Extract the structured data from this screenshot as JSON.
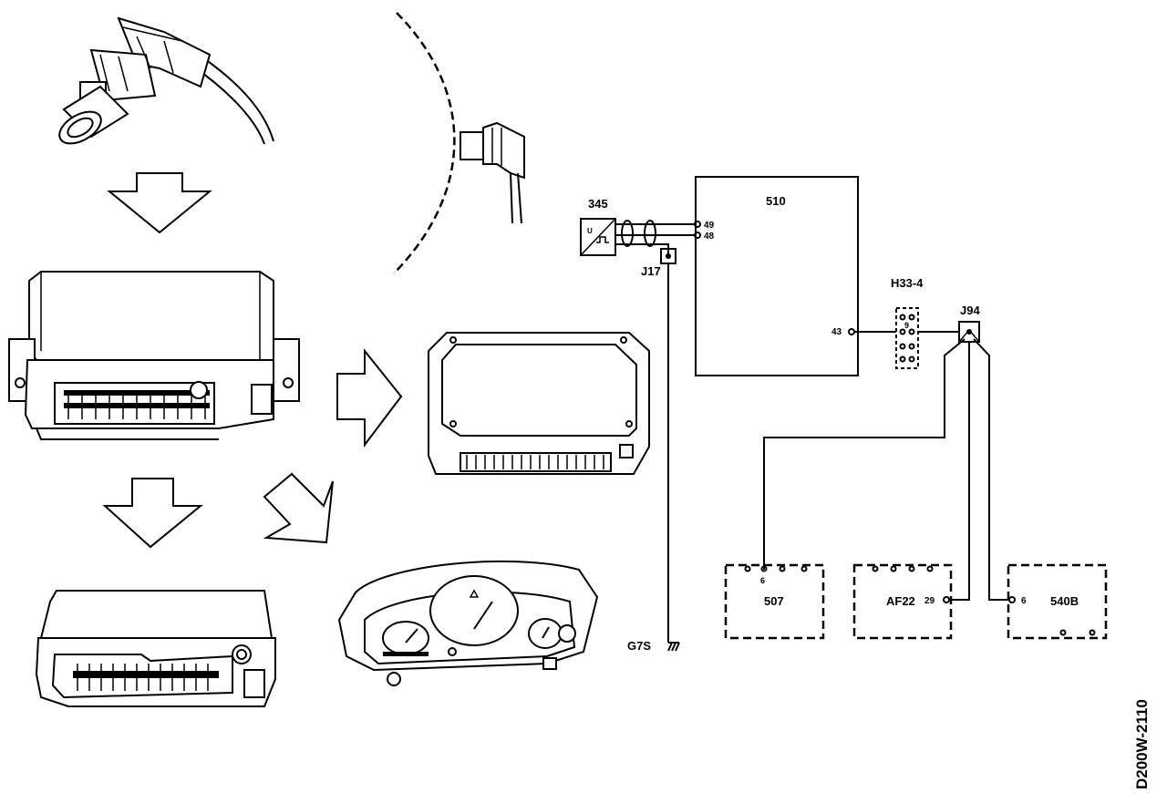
{
  "diagram": {
    "ref_code": "D200W-2110",
    "components": {
      "sensor": {
        "label": "345"
      },
      "main_ecu": {
        "label": "510",
        "pins": [
          "49",
          "48",
          "43"
        ]
      },
      "ground_junction": {
        "label": "J17"
      },
      "ground": {
        "label": "G7S"
      },
      "connector": {
        "label": "H33-4",
        "pin": "9"
      },
      "junction": {
        "label": "J94"
      },
      "receiver_507": {
        "label": "507",
        "pin": "6"
      },
      "receiver_af22": {
        "label": "AF22",
        "pin": "29"
      },
      "receiver_540b": {
        "label": "540B",
        "pin": "6"
      }
    },
    "illustrations": [
      "crankshaft-sensor",
      "flywheel-ring",
      "engine-ecu",
      "control-module",
      "transmission-ecu",
      "instrument-cluster"
    ],
    "colors": {
      "ink": "#000000",
      "paper": "#ffffff"
    }
  }
}
